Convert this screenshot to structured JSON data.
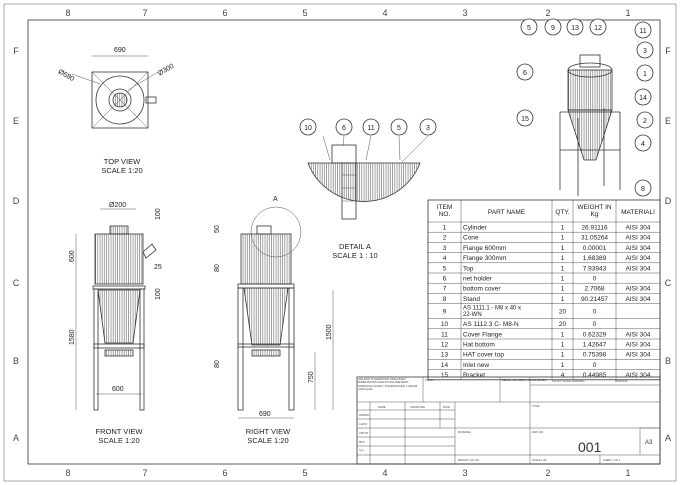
{
  "sheet": {
    "zones_columns": [
      "8",
      "7",
      "6",
      "5",
      "4",
      "3",
      "2",
      "1"
    ],
    "zones_rows": [
      "F",
      "E",
      "D",
      "C",
      "B",
      "A"
    ]
  },
  "views": {
    "top": {
      "title": "TOP VIEW",
      "scale": "SCALE 1:20",
      "dims": [
        "690",
        "Ø680",
        "Ø300"
      ]
    },
    "front": {
      "title": "FRONT VIEW",
      "scale": "SCALE 1:20",
      "dims": [
        "Ø200",
        "100",
        "600",
        "25",
        "100",
        "1580",
        "600"
      ]
    },
    "right": {
      "title": "RIGHT VIEW",
      "scale": "SCALE 1:20",
      "dims": [
        "50",
        "80",
        "80",
        "1500",
        "750",
        "690"
      ],
      "detail_marker": "A"
    },
    "detail": {
      "title": "DETAIL A",
      "scale": "SCALE 1 : 10",
      "balloons": [
        "10",
        "6",
        "11",
        "5",
        "3"
      ]
    },
    "isometric": {
      "balloons": [
        "5",
        "9",
        "13",
        "12",
        "11",
        "6",
        "3",
        "1",
        "14",
        "2",
        "15",
        "4",
        "8"
      ]
    }
  },
  "bom": {
    "headers": [
      "ITEM NO.",
      "PART NAME",
      "QTY.",
      "WEIGHT IN Kg",
      "MATERIALI"
    ],
    "rows": [
      {
        "item": "1",
        "name": "Cylinder",
        "qty": "1",
        "weight": "26.91116",
        "material": "AISI 304"
      },
      {
        "item": "2",
        "name": "Cone",
        "qty": "1",
        "weight": "31.05264",
        "material": "AISI 304"
      },
      {
        "item": "3",
        "name": "Flange 600mm",
        "qty": "1",
        "weight": "0.00001",
        "material": "AISI 304"
      },
      {
        "item": "4",
        "name": "Flange 300mm",
        "qty": "1",
        "weight": "1.68389",
        "material": "AISI 304"
      },
      {
        "item": "5",
        "name": "Top",
        "qty": "1",
        "weight": "7.93943",
        "material": "AISI 304"
      },
      {
        "item": "6",
        "name": "net holder",
        "qty": "1",
        "weight": "0",
        "material": ""
      },
      {
        "item": "7",
        "name": "bottom cover",
        "qty": "1",
        "weight": "2.7068",
        "material": "AISI 304"
      },
      {
        "item": "8",
        "name": "Stand",
        "qty": "1",
        "weight": "90.21457",
        "material": "AISI 304"
      },
      {
        "item": "9",
        "name": "AS 1111.1 - M8 x 40 x 22-WN",
        "qty": "20",
        "weight": "0",
        "material": ""
      },
      {
        "item": "10",
        "name": "AS 1112.3 C- M8-N",
        "qty": "20",
        "weight": "0",
        "material": ""
      },
      {
        "item": "11",
        "name": "Cover Flange",
        "qty": "1",
        "weight": "0.62329",
        "material": "AISI 304"
      },
      {
        "item": "12",
        "name": "Hat bottom",
        "qty": "1",
        "weight": "1.42647",
        "material": "AISI 304"
      },
      {
        "item": "13",
        "name": "HAT cover top",
        "qty": "1",
        "weight": "0.75398",
        "material": "AISI 304"
      },
      {
        "item": "14",
        "name": "Inlet new",
        "qty": "1",
        "weight": "0",
        "material": ""
      },
      {
        "item": "15",
        "name": "Bracket",
        "qty": "4",
        "weight": "0.44985",
        "material": "AISI 304"
      }
    ]
  },
  "title_block": {
    "unless": "UNLESS OTHERWISE SPECIFIED: DIMENSIONS ARE IN MILLIMETERS SURFACE FINISH: TOLERANCES: LINEAR: ANGULAR:",
    "finish": "FINISH:",
    "deburr": "DEBUR AND BREAK SHARP EDGES",
    "do_not_scale": "DO NOT SCALE DRAWING",
    "revision": "REVISION",
    "name": "NAME",
    "signature": "SIGNATURE",
    "date": "DATE",
    "roles": [
      "DRAWN",
      "CHK'D",
      "APPV'D",
      "MFG",
      "Q.A"
    ],
    "title": "TITLE:",
    "material": "MATERIAL:",
    "weight": "WEIGHT: 170.104",
    "dwg_no_label": "DWG NO.",
    "dwg_no": "001",
    "size": "A3",
    "scale": "SCALE:1:40",
    "sheet": "SHEET 1 OF 1"
  }
}
